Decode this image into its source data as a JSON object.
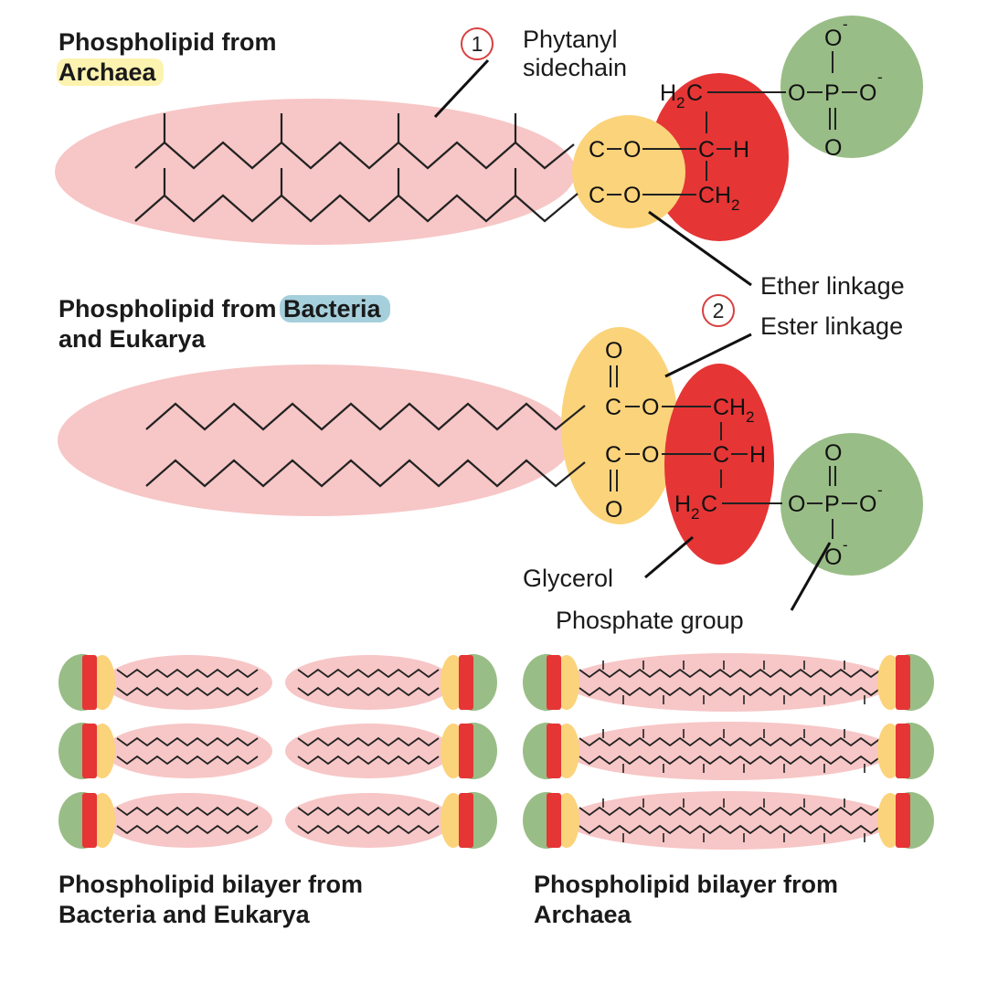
{
  "archaea_molecule": {
    "title_line1": "Phospholipid from",
    "title_line2": "Archaea",
    "callout_number": "1",
    "callout_line1": "Phytanyl",
    "callout_line2": "sidechain",
    "linkage_label": "Ether linkage",
    "atoms": {
      "h2c": "H",
      "two": "2",
      "c": "C",
      "o": "O",
      "p": "P",
      "h": "H",
      "ch2": "CH",
      "minus": "-"
    }
  },
  "bacteria_molecule": {
    "title_line1_prefix": "Phospholipid from ",
    "title_line1_highlight": "Bacteria",
    "title_line2": "and Eukarya",
    "callout_number": "2",
    "linkage_label": "Ester linkage",
    "glycerol_label": "Glycerol",
    "phosphate_label": "Phosphate group"
  },
  "bilayers": {
    "bacteria_title_line1": "Phospholipid bilayer from",
    "bacteria_title_line2": "Bacteria and Eukarya",
    "archaea_title_line1": "Phospholipid bilayer from",
    "archaea_title_line2": "Archaea"
  },
  "colors": {
    "hydrocarbon": "#f7c6c6",
    "linkage": "#fbd37a",
    "glycerol": "#e53535",
    "phosphate": "#99bd86",
    "highlight_archaea": "#fdf3b0",
    "highlight_bacteria": "#a6cfdc"
  }
}
